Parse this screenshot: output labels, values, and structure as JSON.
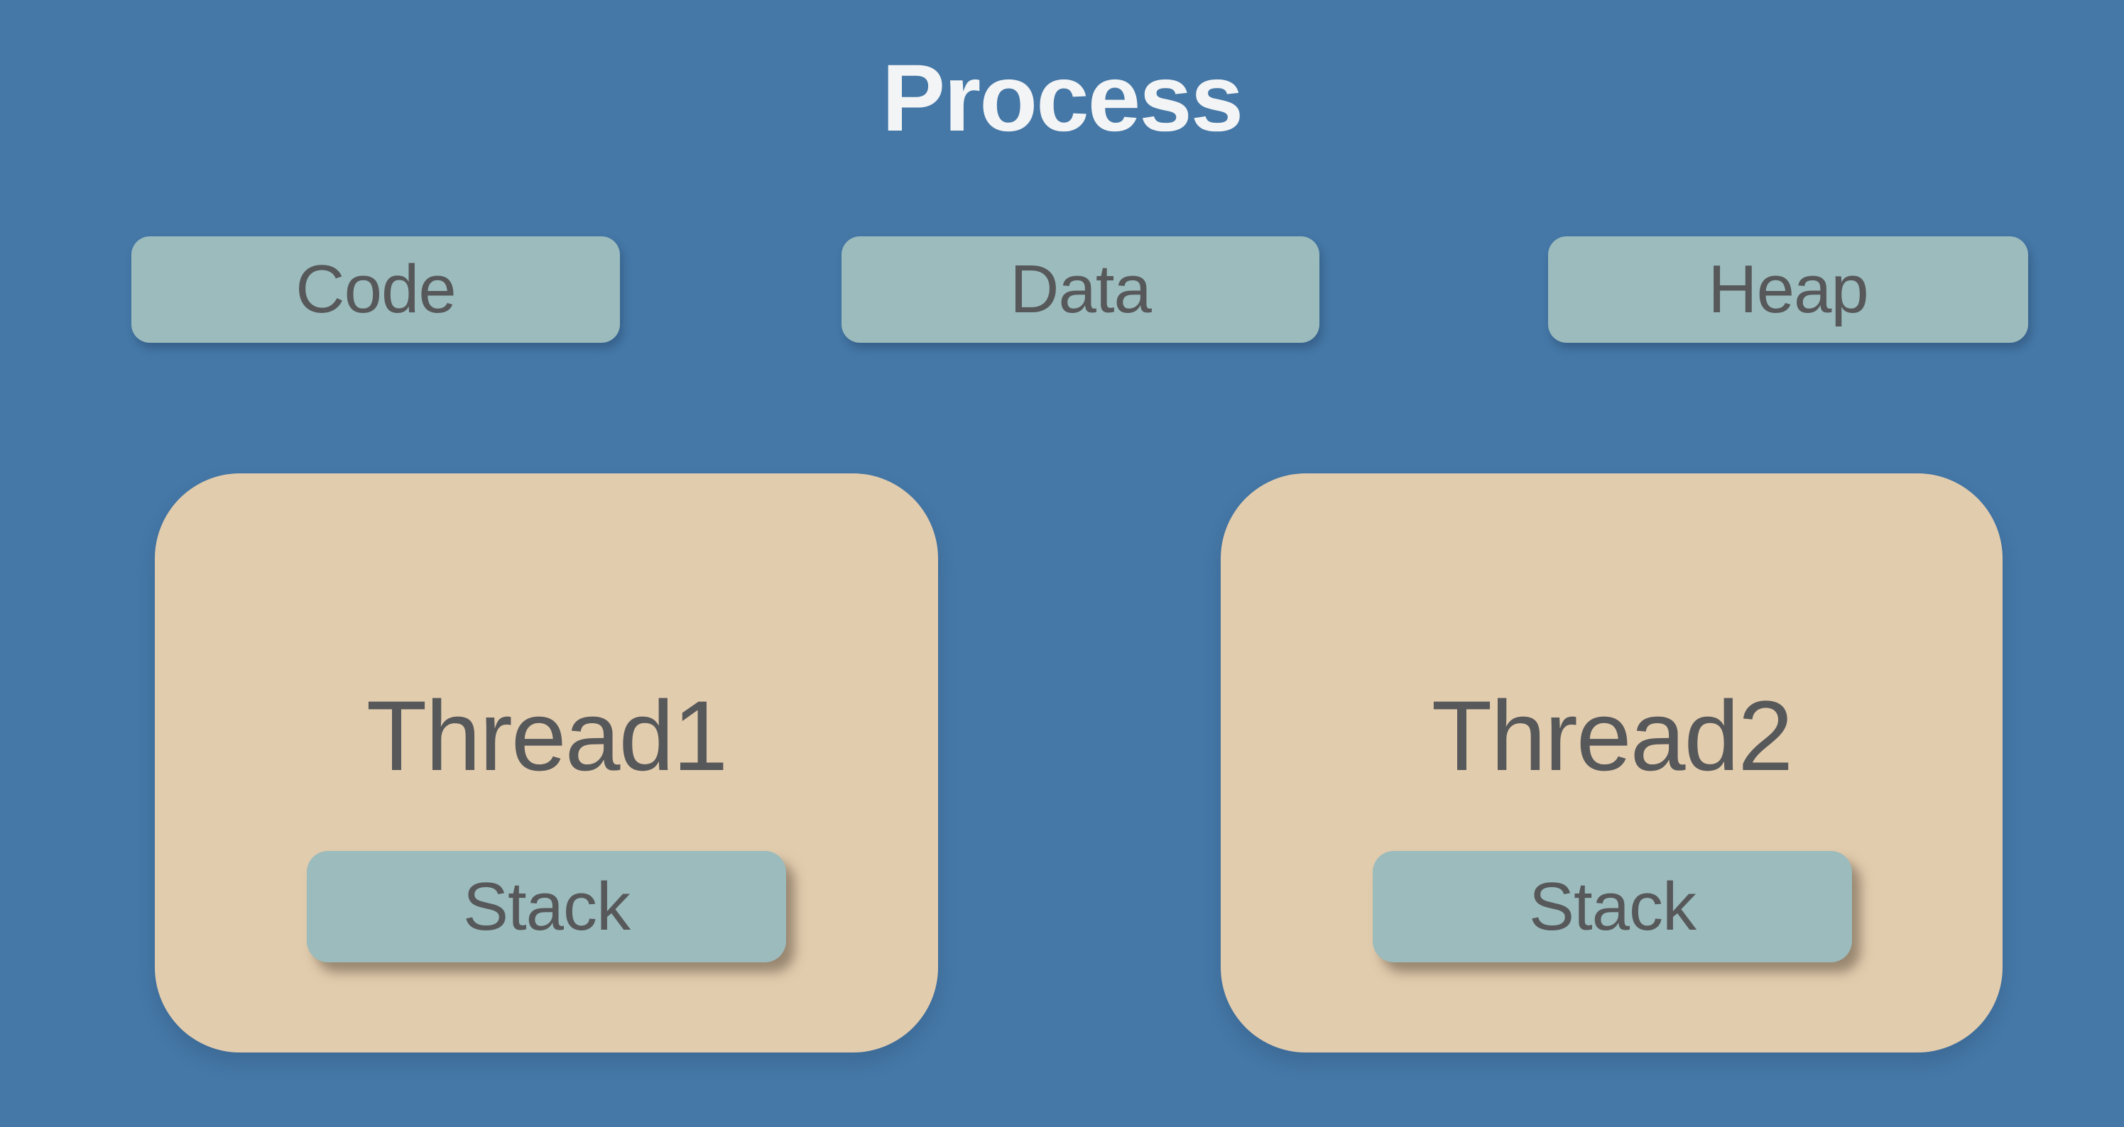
{
  "title": "Process",
  "segments": [
    {
      "label": "Code"
    },
    {
      "label": "Data"
    },
    {
      "label": "Heap"
    }
  ],
  "threads": [
    {
      "name": "Thread1",
      "stack_label": "Stack"
    },
    {
      "name": "Thread2",
      "stack_label": "Stack"
    }
  ],
  "colors": {
    "background": "#4578a7",
    "segment-fill": "#9bbbbd",
    "thread-fill": "#e2ccae",
    "label-text": "#57585a",
    "title-text": "#f3f4f5"
  }
}
